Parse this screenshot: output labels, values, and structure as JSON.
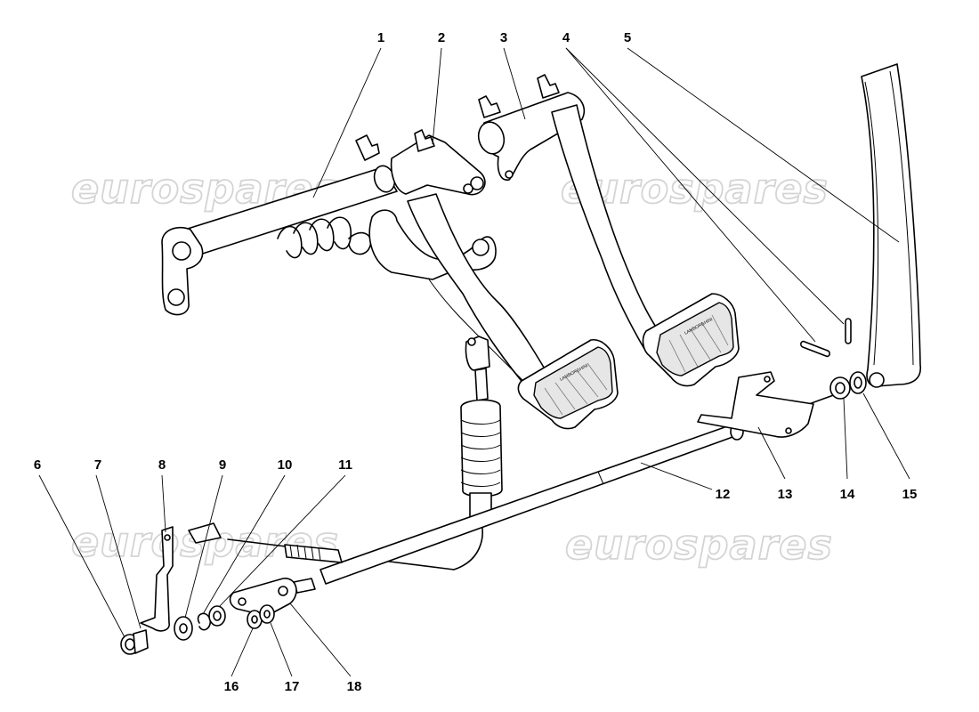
{
  "watermark": {
    "text": "eurospares"
  },
  "pedal_brand": "LAMBORGHINI",
  "callouts": [
    "1",
    "2",
    "3",
    "4",
    "5",
    "6",
    "7",
    "8",
    "9",
    "10",
    "11",
    "12",
    "13",
    "14",
    "15",
    "16",
    "17",
    "18"
  ]
}
